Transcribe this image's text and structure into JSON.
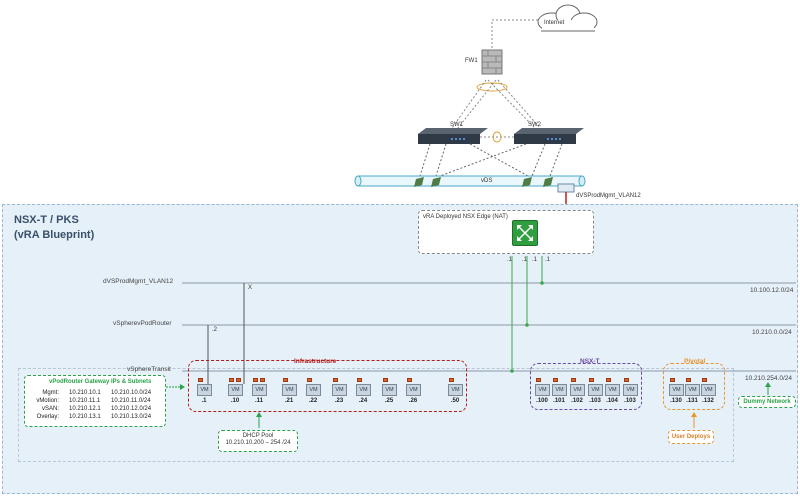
{
  "top": {
    "internet_label": "Internet",
    "fw_label": "FW1",
    "sw1_label": "SW1",
    "sw2_label": "SW2",
    "vds_label": "vDS",
    "uplink_label": "dVSProdMgmt_VLAN12"
  },
  "panel": {
    "title_line1": "NSX-T / PKS",
    "title_line2": "(vRA Blueprint)"
  },
  "edge": {
    "label": "vRA Deployed NSX Edge (NAT)",
    "ports": [
      ".1",
      ".1",
      ".1",
      ".1"
    ]
  },
  "networks": [
    {
      "name": "dVSProdMgmt_VLAN12",
      "cidr": "10.100.12.0/24"
    },
    {
      "name": "vSpherevPodRouter",
      "cidr": "10.210.0.0/24"
    },
    {
      "name": "vSphereTransit",
      "cidr": "10.210.254.0/24"
    }
  ],
  "markers": {
    "x": "X",
    "router_ip": ".2"
  },
  "groups": {
    "infra": {
      "title": "Infrastructure",
      "ips": [
        ".1",
        ".10",
        ".11",
        ".21",
        ".22",
        ".23",
        ".24",
        ".25",
        ".26",
        ".50"
      ]
    },
    "nsxt": {
      "title": "NSX-T",
      "ips": [
        ".100",
        ".101",
        ".102",
        ".103",
        ".104",
        ".103"
      ]
    },
    "pivotal": {
      "title": "Pivotal",
      "ips": [
        ".130",
        ".131",
        ".132"
      ]
    }
  },
  "vm_label": "VM",
  "gateway": {
    "title": "vPodRouter Gateway IPs & Subnets",
    "rows": [
      {
        "name": "Mgmt:",
        "ip": "10.210.10.1",
        "subnet": "10.210.10.0/24"
      },
      {
        "name": "vMotion:",
        "ip": "10.210.11.1",
        "subnet": "10.210.11.0/24"
      },
      {
        "name": "vSAN:",
        "ip": "10.210.12.1",
        "subnet": "10.210.12.0/24"
      },
      {
        "name": "Overlay:",
        "ip": "10.210.13.1",
        "subnet": "10.210.13.0/24"
      }
    ]
  },
  "dhcp": {
    "title": "DHCP Pool",
    "range": "10.210.10.200 – 254 /24"
  },
  "dummy": {
    "label": "Dummy Network"
  },
  "user_deploys": {
    "label": "User Deploys"
  },
  "colors": {
    "infra": "#b31b1b",
    "nsxt": "#6b4aa0",
    "pivotal": "#e8952e",
    "green": "#2aa24a",
    "panel": "#e6f0f8"
  }
}
